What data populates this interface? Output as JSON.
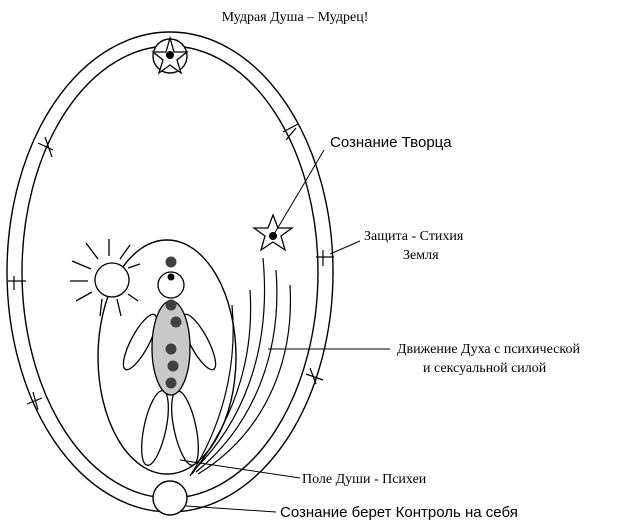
{
  "colors": {
    "ink": "#000000",
    "paper": "#ffffff",
    "body_fill": "#c8c8c8",
    "chakra": "#404040"
  },
  "labels": {
    "title": "Мудрая Душа – Мудрец!",
    "creator": "Сознание Творца",
    "protection_line1": "Защита - Стихия",
    "protection_line2": "Земля",
    "spirit_line1": "Движение Духа с психической",
    "spirit_line2": "и сексуальной силой",
    "soul_field": "Поле Души - Психеи",
    "control": "Сознание берет Контроль на себя"
  }
}
